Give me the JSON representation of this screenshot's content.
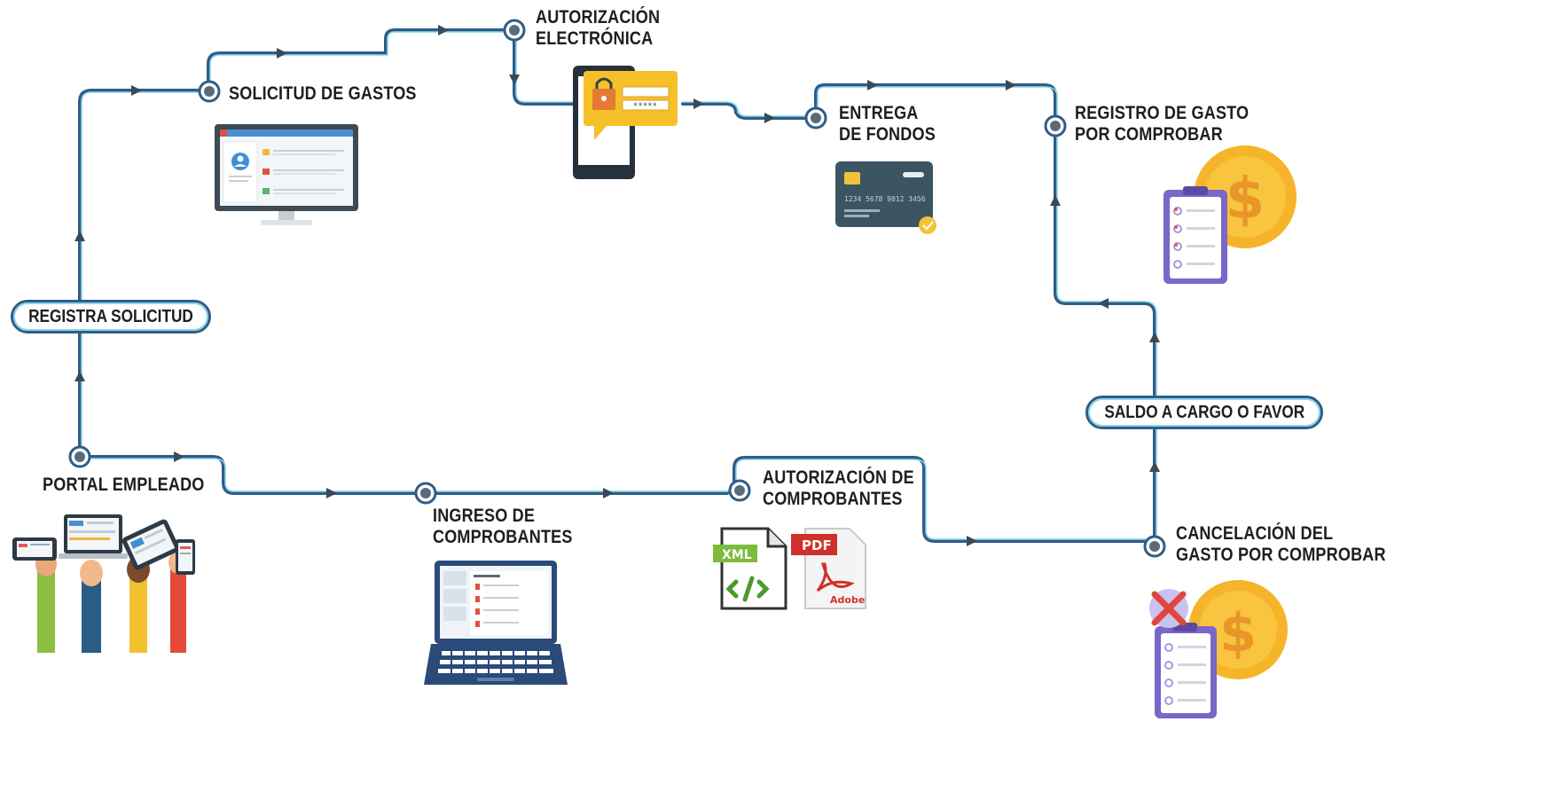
{
  "nodes": {
    "solicitud_gastos": "SOLICITUD DE GASTOS",
    "autorizacion_electronica": [
      "AUTORIZACIÓN",
      "ELECTRÓNICA"
    ],
    "entrega_fondos": [
      "ENTREGA",
      "DE FONDOS"
    ],
    "registro_gasto": [
      "REGISTRO DE GASTO",
      "POR COMPROBAR"
    ],
    "portal_empleado": "PORTAL EMPLEADO",
    "ingreso_comprobantes": [
      "INGRESO DE",
      "COMPROBANTES"
    ],
    "autorizacion_comprobantes": [
      "AUTORIZACIÓN DE",
      "COMPROBANTES"
    ],
    "cancelacion_gasto": [
      "CANCELACIÓN DEL",
      "GASTO POR COMPROBAR"
    ]
  },
  "pills": {
    "registra_solicitud": "REGISTRA SOLICITUD",
    "saldo": "SALDO A CARGO O FAVOR"
  },
  "icon_text": {
    "xml": "XML",
    "pdf": "PDF",
    "adobe": "Adobe",
    "card_number": "1234 5678 9012 3456",
    "password_mask": "*****",
    "dollar": "$"
  },
  "colors": {
    "line_dark": "#2f5d86",
    "line_light": "#8dd3ef",
    "node": "#5a6a78",
    "coin": "#f6b42a",
    "clipboard": "#7a67c8"
  }
}
